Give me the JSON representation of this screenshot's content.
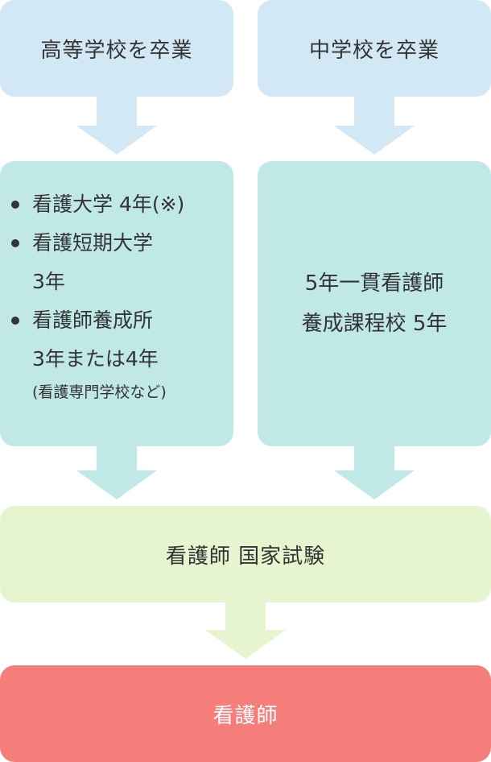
{
  "colors": {
    "top": "#d2e8f5",
    "mid": "#bfe8e6",
    "exam": "#e6f4d0",
    "final": "#f67e7a"
  },
  "high_school": {
    "label": "高等学校を卒業"
  },
  "junior_high": {
    "label": "中学校を卒業"
  },
  "options": {
    "items": [
      {
        "main": "看護大学 4年(※)",
        "sub": "",
        "note": ""
      },
      {
        "main": "看護短期大学",
        "sub": "3年",
        "note": ""
      },
      {
        "main": "看護師養成所",
        "sub": "3年または4年",
        "note": "(看護専門学校など)"
      }
    ]
  },
  "five_year": {
    "line1": "5年一貫看護師",
    "line2": "養成課程校 5年"
  },
  "exam": {
    "label": "看護師 国家試験"
  },
  "nurse": {
    "label": "看護師"
  }
}
